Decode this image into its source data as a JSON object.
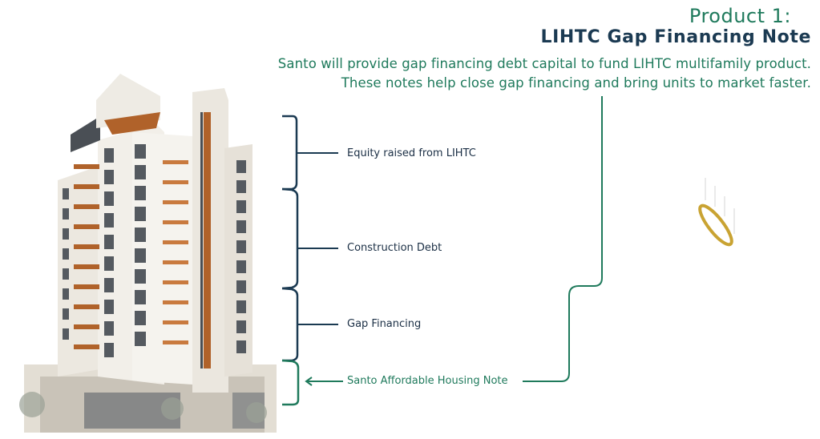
{
  "header": {
    "product_label": "Product 1:",
    "product_name": "LIHTC Gap Financing Note",
    "description_lines": [
      "Santo will provide gap financing debt capital to fund LIHTC multifamily product.",
      "These notes help close gap financing and bring units to market faster."
    ]
  },
  "capital_stack": [
    {
      "label": "Equity raised from LIHTC"
    },
    {
      "label": "Construction Debt"
    },
    {
      "label": "Gap Financing"
    },
    {
      "label": "Santo Affordable Housing Note"
    }
  ],
  "colors": {
    "green": "#1f7a5c",
    "navy": "#1b3a52",
    "gold": "#c9a332",
    "stone": "#e8e4dc",
    "wood": "#b0622a",
    "glass": "#4a4f55"
  },
  "icons": {
    "building": "building-illustration-icon",
    "halo": "halo-icon"
  }
}
